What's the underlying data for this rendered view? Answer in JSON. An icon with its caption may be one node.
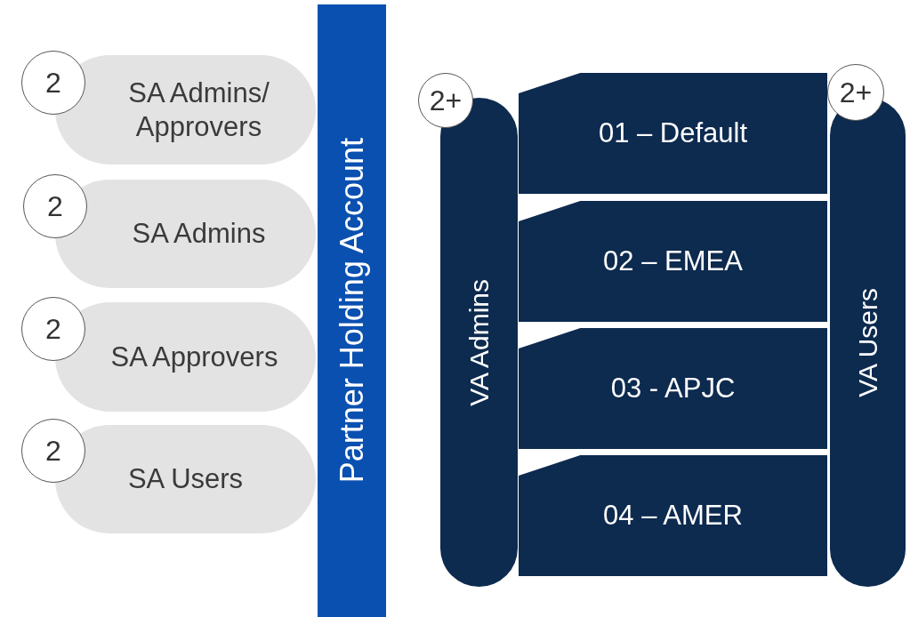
{
  "diagram": {
    "nodes": [
      {
        "text": [
          "SA Admins/ Approvers"
        ]
      },
      {
        "text": [
          "2"
        ]
      },
      {
        "text": [
          "SA Admins"
        ]
      },
      {
        "text": [
          "2"
        ]
      },
      {
        "text": [
          "SA Approvers"
        ]
      },
      {
        "text": [
          "2"
        ]
      },
      {
        "text": [
          "SA Users"
        ]
      },
      {
        "text": [
          "2"
        ]
      },
      {
        "text": [
          "Partner Holding Account"
        ]
      },
      {
        "text": [
          "VA Admins"
        ]
      },
      {
        "text": [
          "2+"
        ]
      },
      {
        "text": [
          "01 – Default"
        ]
      },
      {
        "text": [
          "VA Users"
        ]
      },
      {
        "text": [
          "2+"
        ]
      },
      {
        "text": [
          "02 – EMEA"
        ]
      },
      {
        "text": [
          "03 - APJC"
        ]
      },
      {
        "text": [
          "04 – AMER"
        ]
      }
    ],
    "edges": []
  }
}
